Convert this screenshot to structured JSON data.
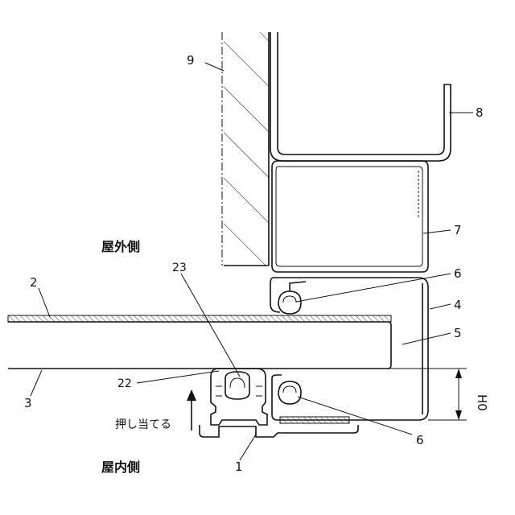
{
  "labels": {
    "exterior_side": "屋外側",
    "interior_side": "屋内側",
    "press_against": "押し当てる",
    "dimension": "H0"
  },
  "callouts": {
    "n1": "1",
    "n2": "2",
    "n3": "3",
    "n4": "4",
    "n5": "5",
    "n6_top": "6",
    "n6_bottom": "6",
    "n7": "7",
    "n8": "8",
    "n9": "9",
    "n22": "22",
    "n23": "23"
  }
}
